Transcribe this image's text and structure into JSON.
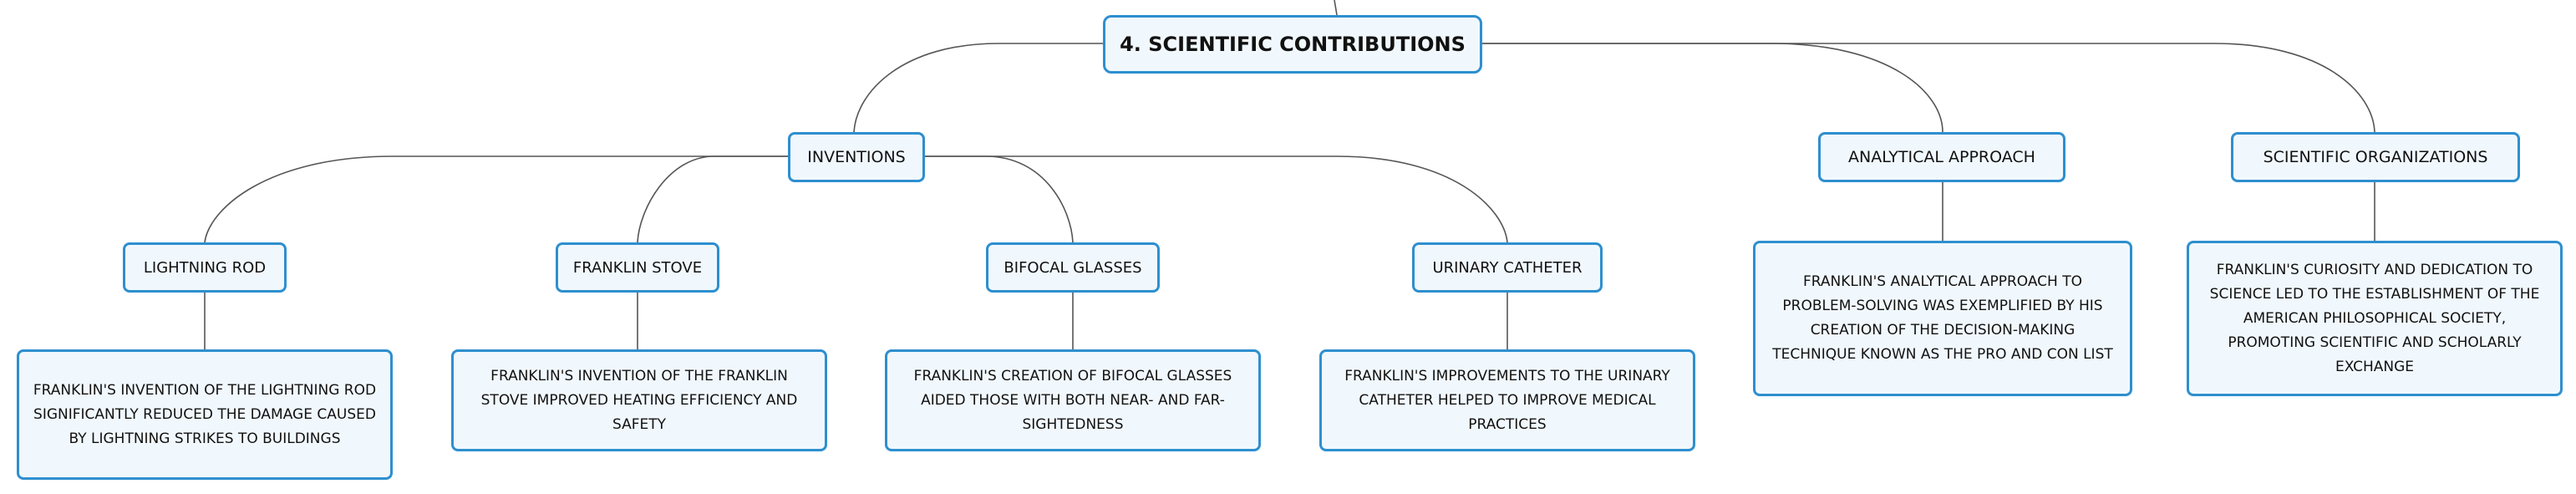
{
  "root": {
    "label": "4. SCIENTIFIC CONTRIBUTIONS"
  },
  "inventions": {
    "label": "INVENTIONS",
    "items": [
      {
        "label": "LIGHTNING ROD",
        "description": "FRANKLIN'S INVENTION OF THE LIGHTNING ROD SIGNIFICANTLY REDUCED THE DAMAGE CAUSED BY LIGHTNING STRIKES TO BUILDINGS"
      },
      {
        "label": "FRANKLIN STOVE",
        "description": "FRANKLIN'S INVENTION OF THE FRANKLIN STOVE IMPROVED HEATING EFFICIENCY AND SAFETY"
      },
      {
        "label": "BIFOCAL GLASSES",
        "description": "FRANKLIN'S CREATION OF BIFOCAL GLASSES AIDED THOSE WITH BOTH NEAR- AND FAR-SIGHTEDNESS"
      },
      {
        "label": "URINARY CATHETER",
        "description": "FRANKLIN'S IMPROVEMENTS TO THE URINARY CATHETER HELPED TO IMPROVE MEDICAL PRACTICES"
      }
    ]
  },
  "analytical": {
    "label": "ANALYTICAL APPROACH",
    "description": "FRANKLIN'S ANALYTICAL APPROACH TO PROBLEM-SOLVING WAS EXEMPLIFIED BY HIS CREATION OF THE DECISION-MAKING TECHNIQUE KNOWN AS THE PRO AND CON LIST"
  },
  "organizations": {
    "label": "SCIENTIFIC ORGANIZATIONS",
    "description": "FRANKLIN'S CURIOSITY AND DEDICATION TO SCIENCE LED TO THE ESTABLISHMENT OF THE AMERICAN PHILOSOPHICAL SOCIETY, PROMOTING SCIENTIFIC AND SCHOLARLY EXCHANGE"
  }
}
